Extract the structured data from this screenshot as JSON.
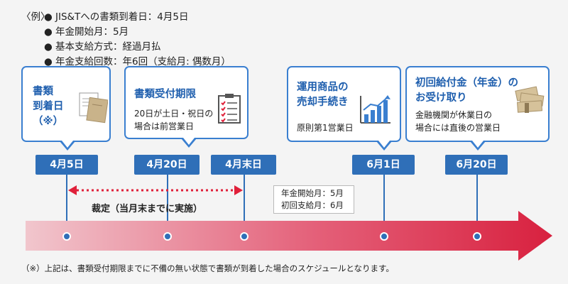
{
  "example": {
    "tag": "〈例〉",
    "bullet": "●",
    "items": [
      "JIS&Tへの書類到着日：4月5日",
      "年金開始月：5月",
      "基本支給方式：経過月払",
      "年金支給回数：年6回（支給月: 偶数月）"
    ]
  },
  "callouts": [
    {
      "title": [
        "書類",
        "到着日",
        "（※）"
      ],
      "icon": "documents-icon"
    },
    {
      "title": [
        "書類受付期限"
      ],
      "desc": [
        "20日が土日・祝日の",
        "場合は前営業日"
      ],
      "icon": "checklist-clipboard-icon"
    },
    {
      "title": [
        "運用商品の",
        "売却手続き"
      ],
      "desc": [
        "原則第1営業日"
      ],
      "icon": "bar-chart-icon"
    },
    {
      "title": [
        "初回給付金（年金）の",
        "お受け取り"
      ],
      "desc": [
        "金融機関が休業日の",
        "場合には直後の営業日"
      ],
      "icon": "money-bundle-icon"
    }
  ],
  "dates": [
    "4月5日",
    "4月20日",
    "4月末日",
    "6月1日",
    "6月20日"
  ],
  "timeline_label": "裁定（当月末までに実施）",
  "info_box": [
    "年金開始月：5月",
    "初回支給月：6月"
  ],
  "footnote": "（※）上記は、書類受付期限までに不備の無い状態で書類が到着した場合のスケジュールとなります。",
  "colors": {
    "accent": "#2f6fb8",
    "callout_border": "#3a7fd0",
    "dotted_arrow": "#e0203a",
    "arrow_start": "#f1c6cd",
    "arrow_end": "#d8213f"
  }
}
